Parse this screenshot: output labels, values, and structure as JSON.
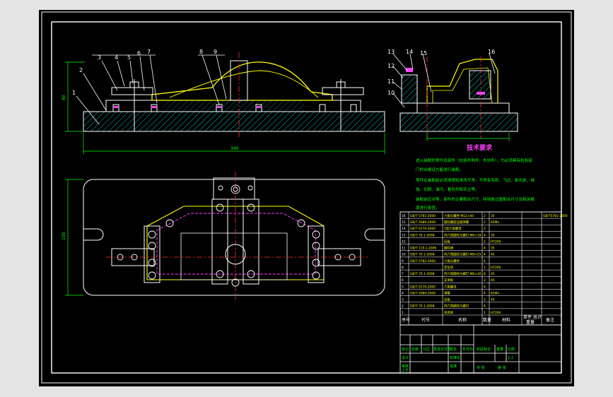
{
  "drawing": {
    "tech_title": "技术要求",
    "tech_lines": [
      "进入装配的零件及部件（包括外购件、外协件），均必须具有检验部",
      "门的合格证方能进行装配。",
      "零件在装配前必须清理和清洗干净，不得有毛刺、飞边、氧化皮、锈",
      "蚀、切屑、油污、着色剂和灰尘等。",
      "装配前应对零、部件的主要配合尺寸，特别是过盈配合尺寸及相关精",
      "度进行复查。"
    ],
    "side_view_labels": [
      "1",
      "2",
      "3",
      "4",
      "5",
      "6",
      "7",
      "8",
      "9"
    ],
    "end_view_labels": [
      "13",
      "14",
      "15",
      "16",
      "12",
      "11",
      "10"
    ],
    "dimensions": {
      "overall_length": "340",
      "height": "80",
      "plan_width": "150"
    },
    "bom": {
      "header": {
        "seq": "序号",
        "code": "代号",
        "name": "名称",
        "qty": "数量",
        "material": "材料",
        "unit_weight": "单件",
        "total_weight": "总计",
        "weight": "重量",
        "remark": "备注"
      },
      "rows": [
        {
          "seq": "16",
          "code": "GB/T 5781-2000",
          "name": "六角头螺栓 M12×40",
          "qty": "2",
          "material": "35",
          "remark": "GB/T5781-2000"
        },
        {
          "seq": "15",
          "code": "GB/T 2089-2009",
          "name": "圆柱螺旋压缩弹簧",
          "qty": "2",
          "material": "65Mn",
          "remark": ""
        },
        {
          "seq": "14",
          "code": "GB/T 6170-2000",
          "name": "1型六角螺母",
          "qty": "2",
          "material": "",
          "remark": ""
        },
        {
          "seq": "13",
          "code": "GB/T 70.1-2008",
          "name": "内六角圆柱头螺钉 M6×18",
          "qty": "4",
          "material": "35",
          "remark": ""
        },
        {
          "seq": "12",
          "code": "",
          "name": "压板",
          "qty": "2",
          "material": "HT200",
          "remark": ""
        },
        {
          "seq": "11",
          "code": "GB/T 119.1-2000",
          "name": "圆柱销",
          "qty": "4",
          "material": "35",
          "remark": ""
        },
        {
          "seq": "10",
          "code": "GB/T 70.1-2008",
          "name": "内六角圆柱头螺钉 M8×25",
          "qty": "4",
          "material": "45",
          "remark": ""
        },
        {
          "seq": "9",
          "code": "GB/T 5782-2000",
          "name": "六角头螺栓",
          "qty": "4",
          "material": "",
          "remark": ""
        },
        {
          "seq": "8",
          "code": "",
          "name": "定位块",
          "qty": "1",
          "material": "HT200",
          "remark": ""
        },
        {
          "seq": "7",
          "code": "GB/T 70.1-2008",
          "name": "内六角圆柱头螺钉 M8×30",
          "qty": "8",
          "material": "45",
          "remark": ""
        },
        {
          "seq": "6",
          "code": "",
          "name": "支承板",
          "qty": "2",
          "material": "45",
          "remark": ""
        },
        {
          "seq": "5",
          "code": "GB/T 6170-2000",
          "name": "六角螺母",
          "qty": "4",
          "material": "",
          "remark": ""
        },
        {
          "seq": "4",
          "code": "GB/T 2089-2009",
          "name": "弹簧",
          "qty": "4",
          "material": "65Mn",
          "remark": ""
        },
        {
          "seq": "3",
          "code": "",
          "name": "压板",
          "qty": "2",
          "material": "45",
          "remark": ""
        },
        {
          "seq": "2",
          "code": "GB/T 70.1-2008",
          "name": "内六角圆柱头螺钉",
          "qty": "4",
          "material": "",
          "remark": ""
        },
        {
          "seq": "1",
          "code": "",
          "name": "夹具体",
          "qty": "1",
          "material": "HT200",
          "remark": ""
        }
      ]
    },
    "title_block": {
      "row1": [
        "标记",
        "处数",
        "分区",
        "更改文件号",
        "签名",
        "年月日"
      ],
      "stage_label": "阶段标记",
      "weight_label": "重量",
      "scale_label": "比例",
      "scale_value": "1:1",
      "designer": "设计",
      "standardize": "标准化",
      "review": "审核",
      "craft": "工艺",
      "approve": "批准",
      "sheet_total": "共 张",
      "sheet_no": "第 张"
    },
    "colors": {
      "background": "#000000",
      "outline": "#ffffff",
      "part": "#ffff00",
      "hatch": "#00d0d0",
      "center": "#ff3030",
      "dim": "#00ff00",
      "mag": "#ff40ff",
      "bom_text": "#ffff00",
      "tech_text": "#00ff00",
      "tech_title": "#ff40ff",
      "stage": "#e4e4e4"
    }
  }
}
